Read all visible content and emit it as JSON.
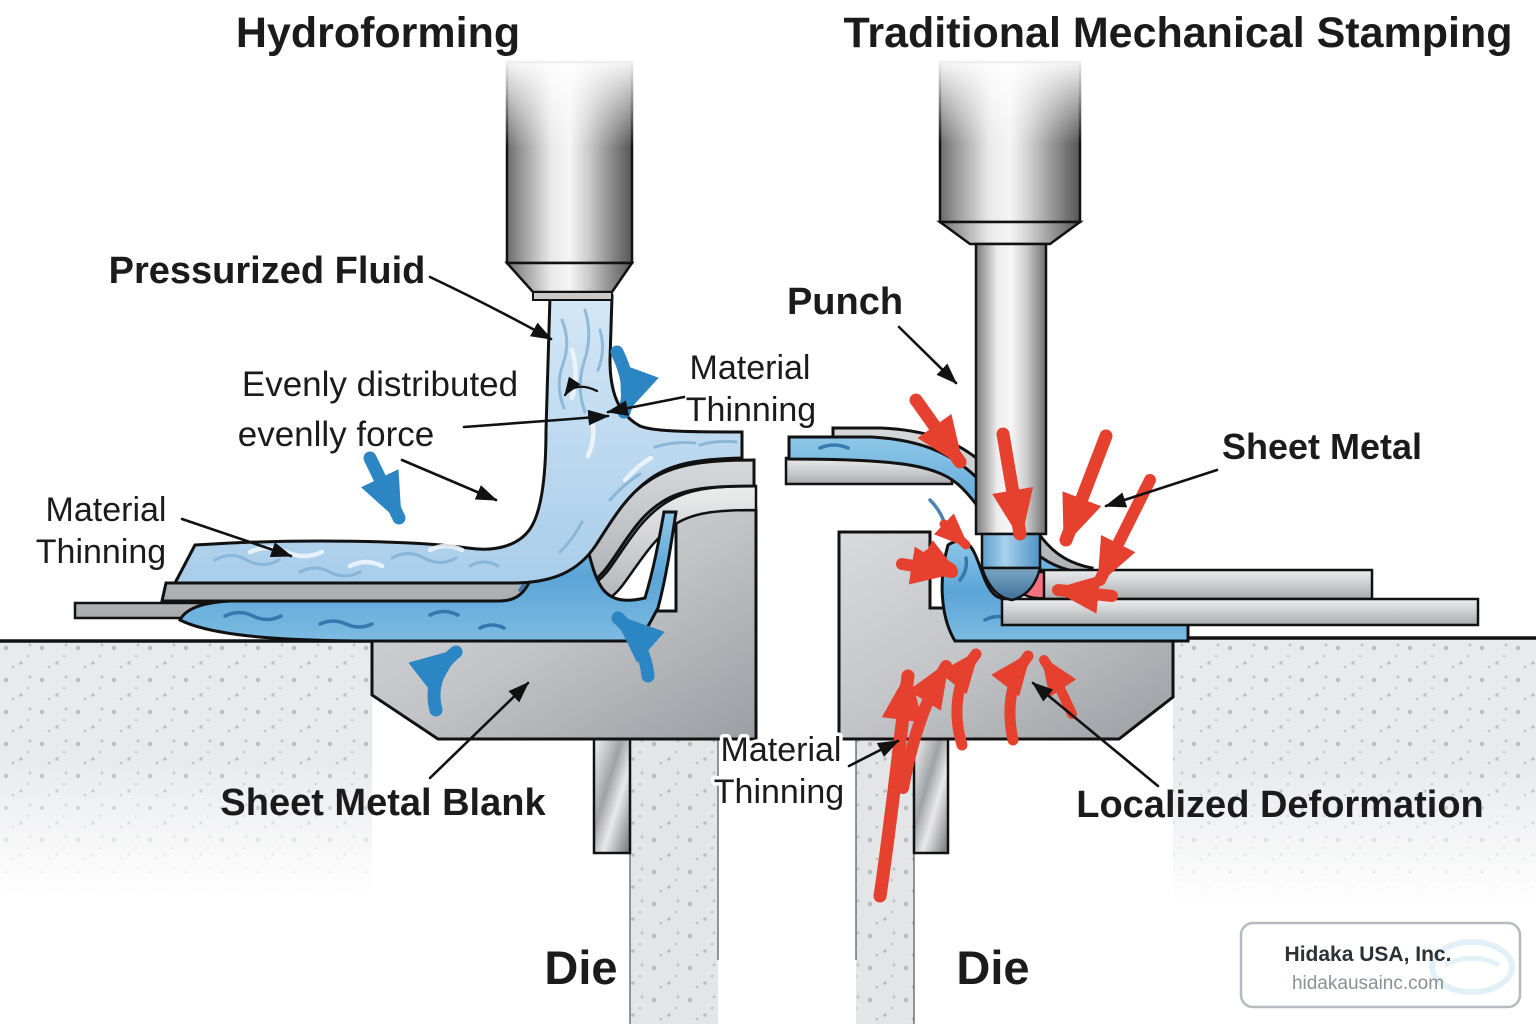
{
  "titles": {
    "left": "Hydroforming",
    "right": "Traditional Mechanical Stamping"
  },
  "left_labels": {
    "pressurized_fluid": "Pressurized Fluid",
    "evenly_line1": "Evenly distributed",
    "evenly_line2": "evenlly force",
    "material_thinning_top_line1": "Material",
    "material_thinning_top_line2": "Thinning",
    "material_thinning_left_line1": "Material",
    "material_thinning_left_line2": "Thinning",
    "sheet_metal_blank": "Sheet Metal Blank",
    "die": "Die"
  },
  "right_labels": {
    "punch": "Punch",
    "sheet_metal": "Sheet Metal",
    "material_thinning_line1": "Material",
    "material_thinning_line2": "Thinning",
    "localized_deformation": "Localized Deformation",
    "die": "Die"
  },
  "watermark": {
    "company": "Hidaka USA, Inc.",
    "website": "hidakausainc.com"
  },
  "colors": {
    "fluid_blue_light": "#c3dcf0",
    "fluid_blue_deep": "#59a4d6",
    "arrow_blue": "#2b86c3",
    "arrow_red": "#e6402e",
    "deformation_pink": "#f5717f",
    "metal_gray": "#b9bcbf",
    "outline": "#111111"
  }
}
